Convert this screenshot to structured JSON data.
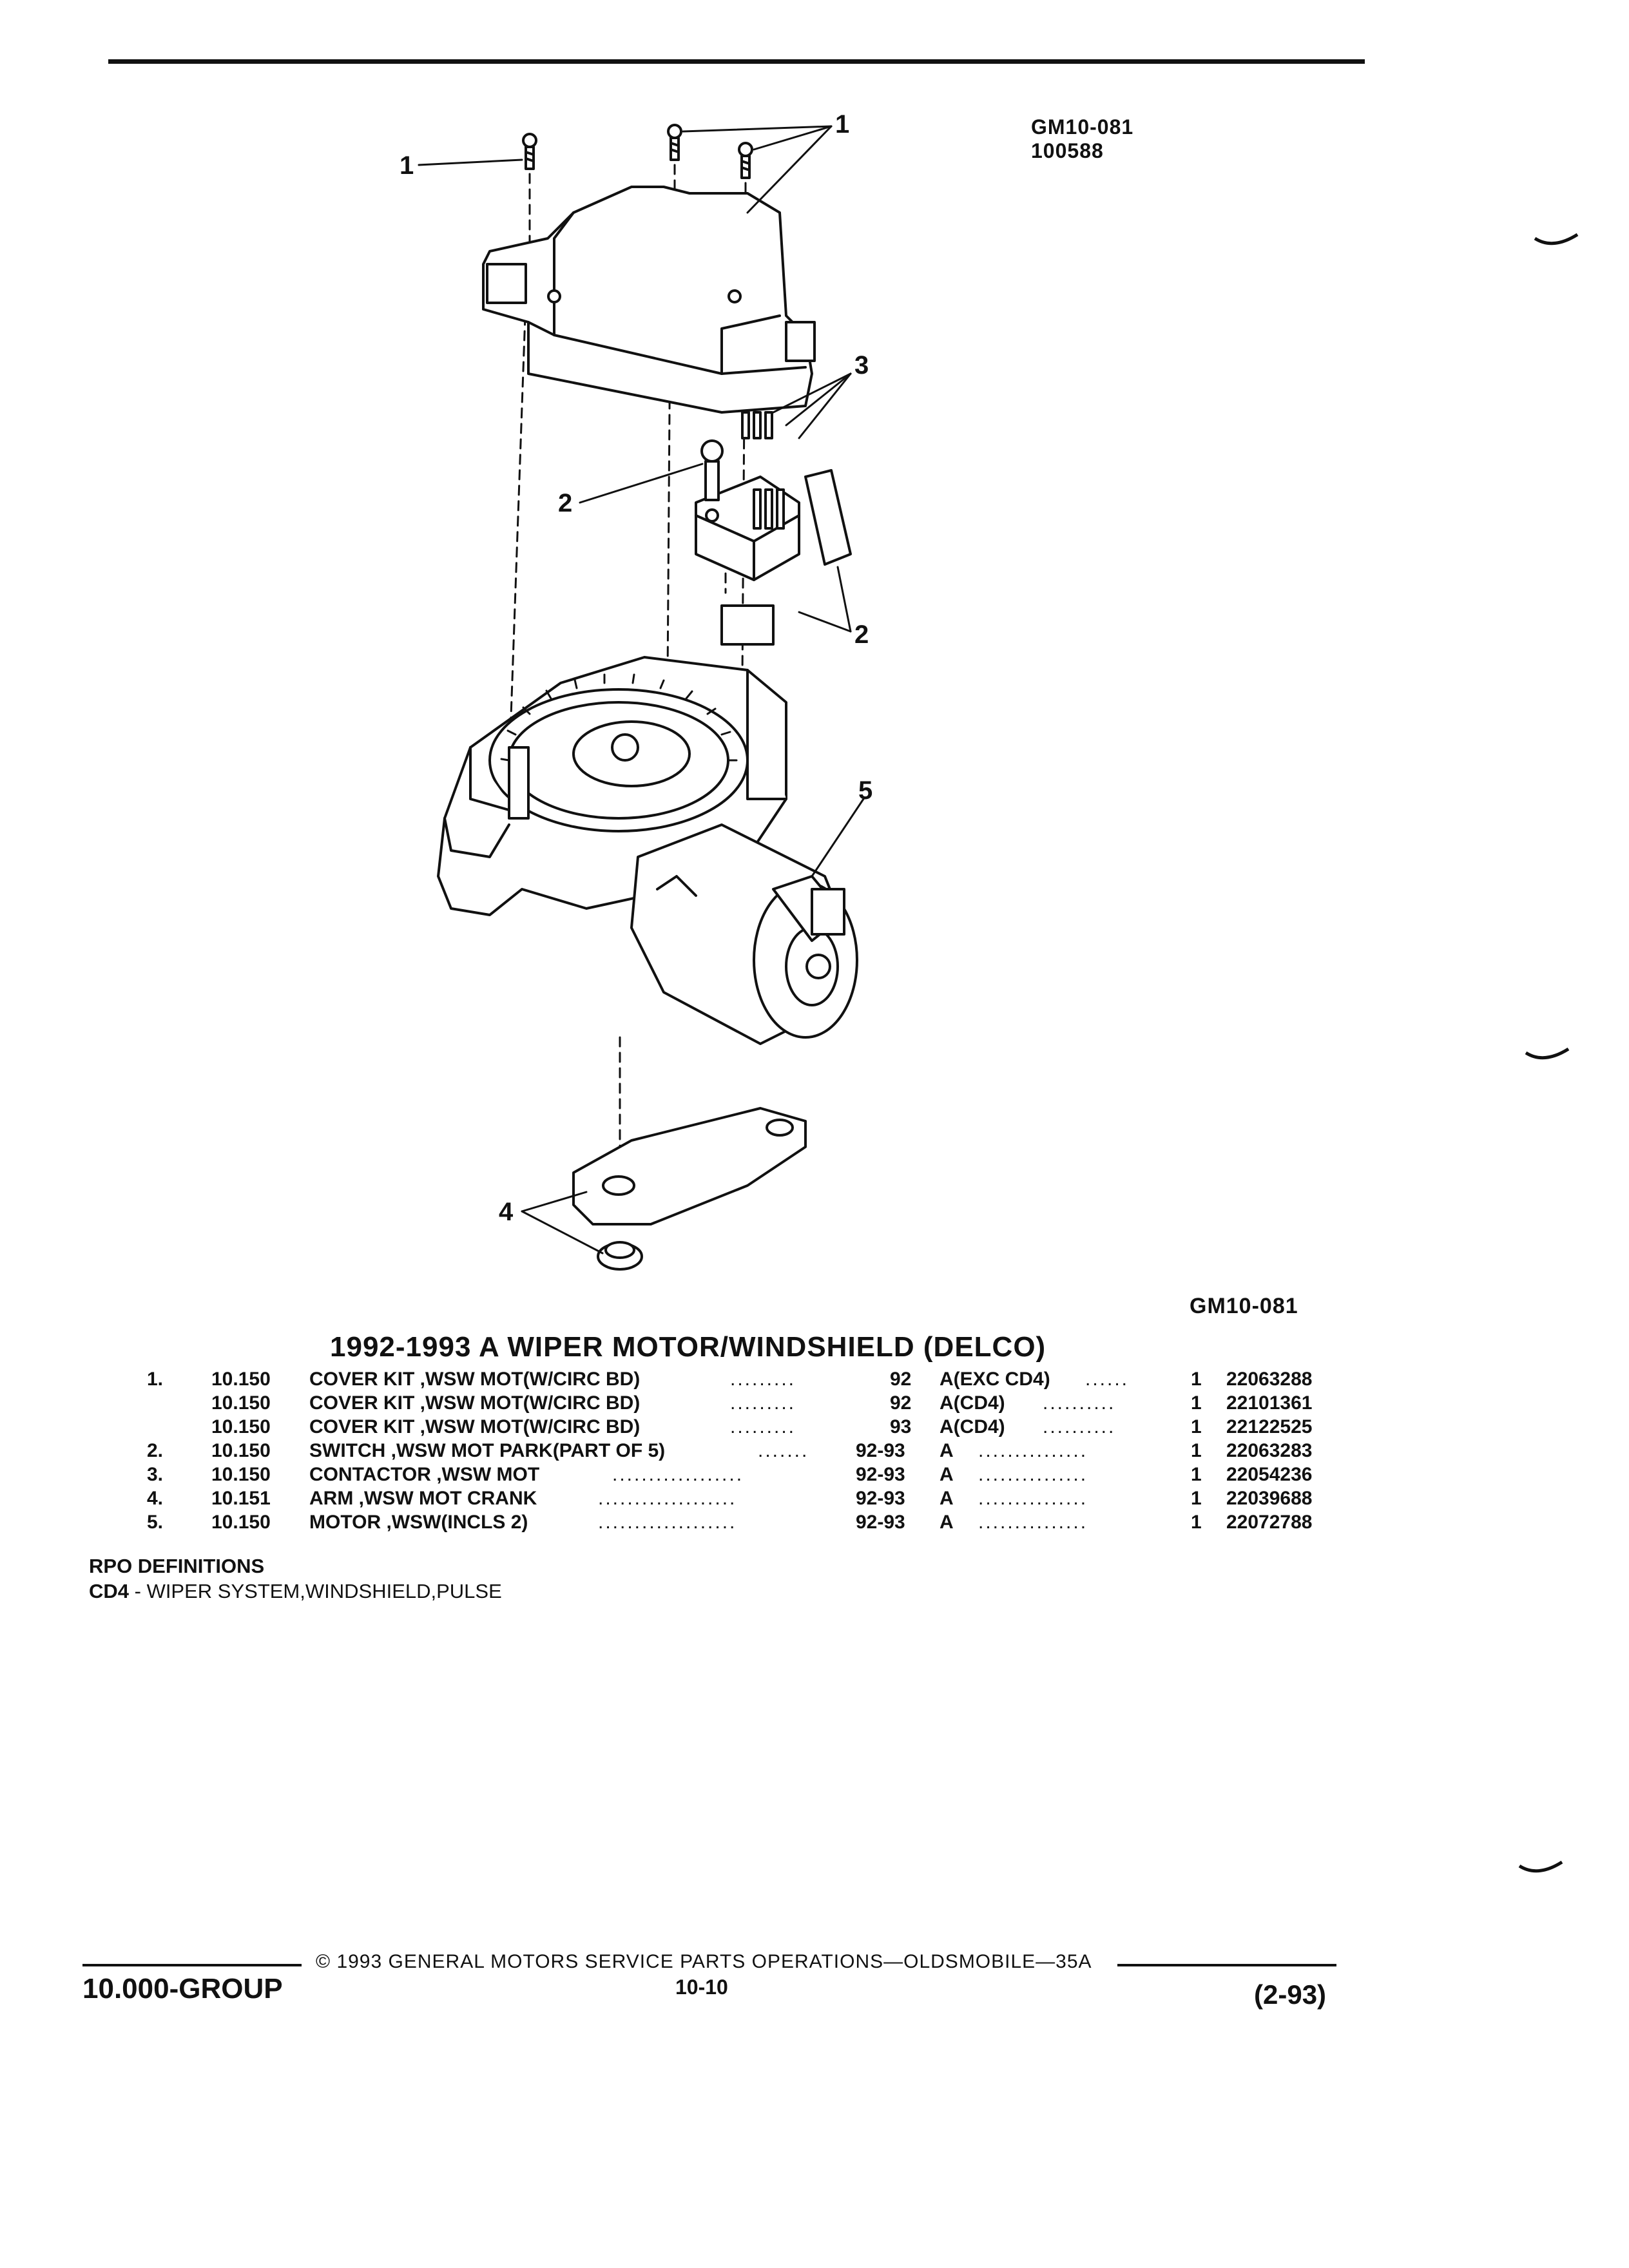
{
  "header": {
    "figure_code": "GM10-081",
    "figure_sub_code": "100588"
  },
  "diagram": {
    "callouts": [
      "1",
      "1",
      "2",
      "2",
      "3",
      "4",
      "5"
    ],
    "bottom_figure_code": "GM10-081"
  },
  "section": {
    "title": "1992-1993 A WIPER MOTOR/WINDSHIELD (DELCO)"
  },
  "parts": [
    {
      "num": "1.",
      "group": "10.150",
      "desc": "COVER KIT ,WSW MOT(W/CIRC BD)",
      "dots1": ".........",
      "years": "92",
      "model": "A(EXC CD4)",
      "dots2": "......",
      "qty": "1",
      "part": "22063288"
    },
    {
      "num": "",
      "group": "10.150",
      "desc": "COVER KIT ,WSW MOT(W/CIRC BD)",
      "dots1": ".........",
      "years": "92",
      "model": "A(CD4)",
      "dots2": "..........",
      "qty": "1",
      "part": "22101361"
    },
    {
      "num": "",
      "group": "10.150",
      "desc": "COVER KIT ,WSW MOT(W/CIRC BD)",
      "dots1": ".........",
      "years": "93",
      "model": "A(CD4)",
      "dots2": "..........",
      "qty": "1",
      "part": "22122525"
    },
    {
      "num": "2.",
      "group": "10.150",
      "desc": "SWITCH ,WSW MOT PARK(PART OF 5)",
      "dots1": ".......",
      "years": "92-93",
      "model": "A",
      "dots2": "...............",
      "qty": "1",
      "part": "22063283"
    },
    {
      "num": "3.",
      "group": "10.150",
      "desc": "CONTACTOR ,WSW MOT",
      "dots1": "..................",
      "years": "92-93",
      "model": "A",
      "dots2": "...............",
      "qty": "1",
      "part": "22054236"
    },
    {
      "num": "4.",
      "group": "10.151",
      "desc": "ARM ,WSW MOT CRANK",
      "dots1": "...................",
      "years": "92-93",
      "model": "A",
      "dots2": "...............",
      "qty": "1",
      "part": "22039688"
    },
    {
      "num": "5.",
      "group": "10.150",
      "desc": "MOTOR ,WSW(INCLS 2)",
      "dots1": "...................",
      "years": "92-93",
      "model": "A",
      "dots2": "...............",
      "qty": "1",
      "part": "22072788"
    }
  ],
  "rpo": {
    "title": "RPO DEFINITIONS",
    "code": "CD4",
    "definition": " - WIPER SYSTEM,WINDSHIELD,PULSE"
  },
  "footer": {
    "copyright": "© 1993  GENERAL MOTORS SERVICE PARTS OPERATIONS—OLDSMOBILE—35A",
    "group": "10.000-GROUP",
    "page": "10-10",
    "date": "(2-93)"
  }
}
